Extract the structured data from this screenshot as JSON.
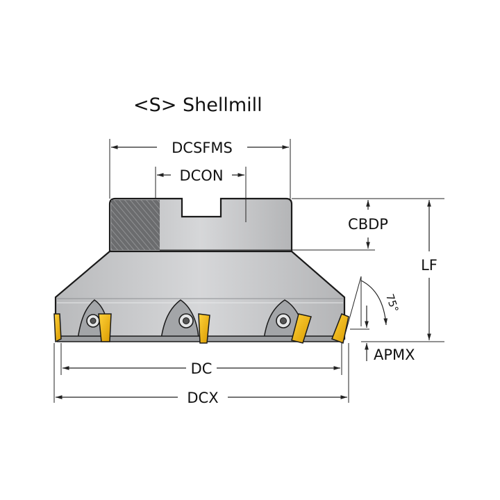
{
  "title": "<S> Shellmill",
  "labels": {
    "dcsfms": "DCSFMS",
    "dcon": "DCON",
    "cbdp": "CBDP",
    "lf": "LF",
    "apmx": "APMX",
    "dc": "DC",
    "dcx": "DCX",
    "angle": "75°"
  },
  "colors": {
    "body": "#cfd0d2",
    "body_dark": "#8d8f92",
    "insert": "#f2b200",
    "insert_dark": "#b07d00",
    "outline": "#1a1a1a",
    "hatch": "#5b5c5e"
  }
}
